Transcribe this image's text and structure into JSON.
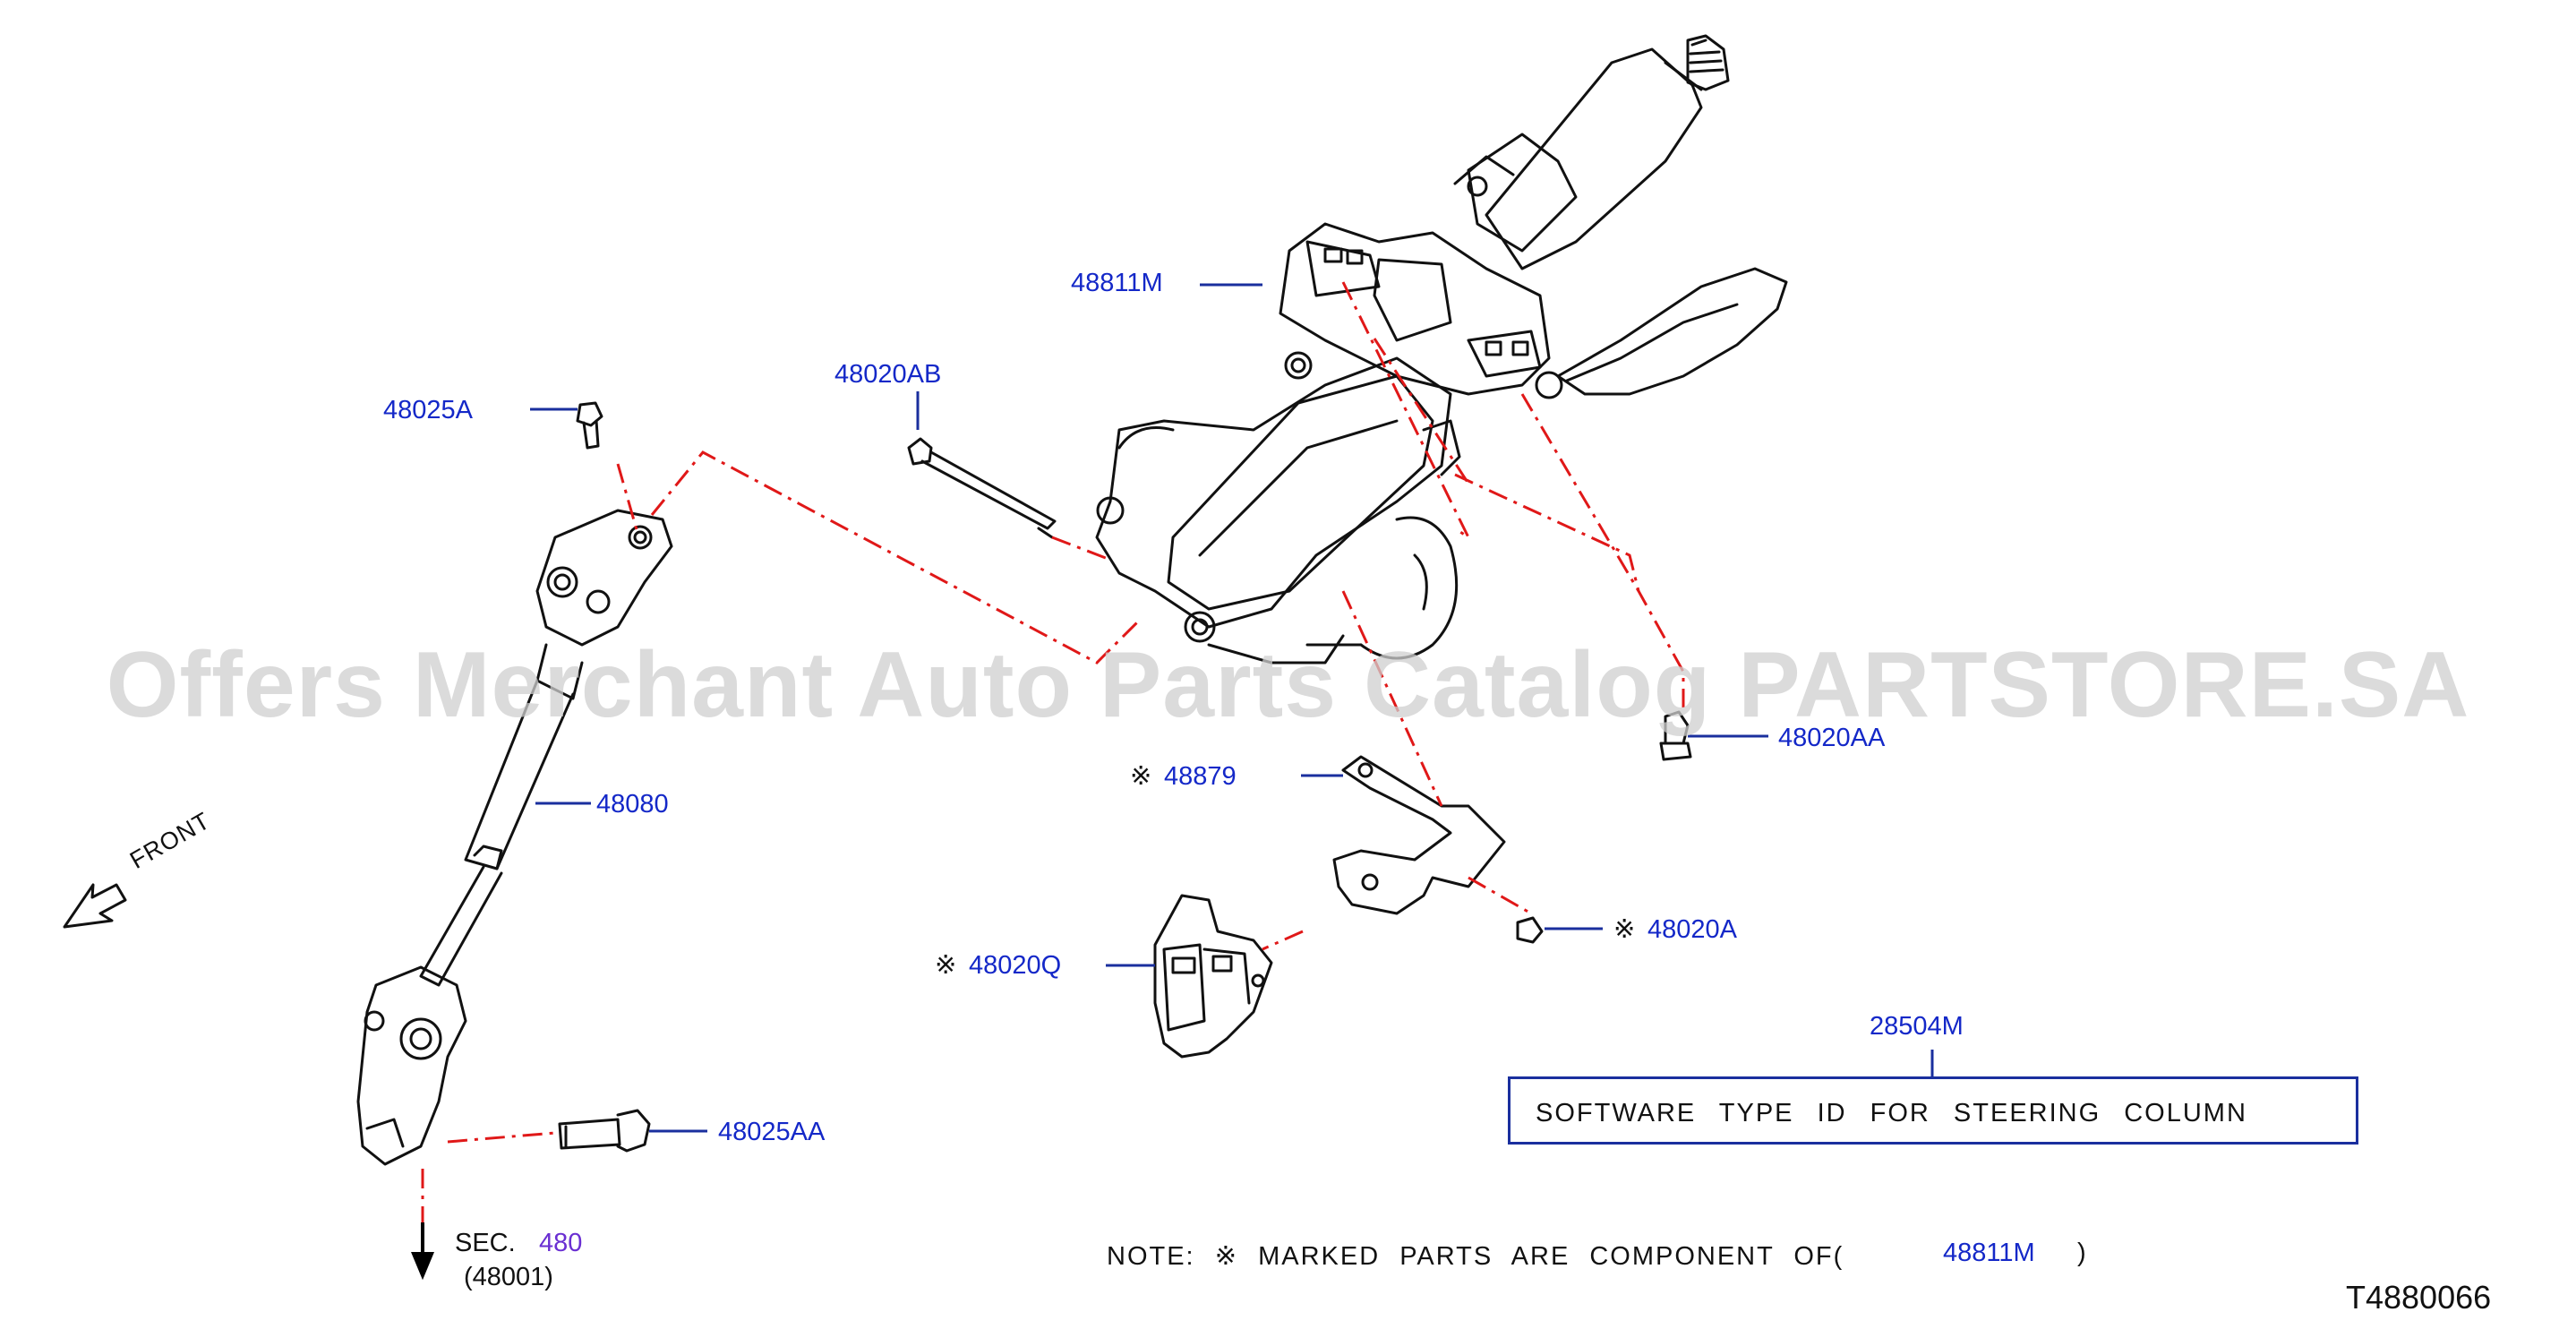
{
  "diagram_code": "T4880066",
  "watermark": "Offers Merchant Auto Parts Catalog PARTSTORE.SA",
  "front_label": "FRONT",
  "mark_symbol": "※",
  "part_labels": {
    "p48811M": "48811M",
    "p48020AB": "48020AB",
    "p48025A": "48025A",
    "p48020AA": "48020AA",
    "p48080": "48080",
    "p48879": "48879",
    "p48020A": "48020A",
    "p48020Q": "48020Q",
    "p28504M": "28504M",
    "p48025AA": "48025AA"
  },
  "section_ref": {
    "prefix": "SEC.",
    "number": "480",
    "sub": "(48001)"
  },
  "software_box_text": "SOFTWARE TYPE ID FOR STEERING COLUMN",
  "note": {
    "prefix": "NOTE:",
    "text": "MARKED PARTS ARE COMPONENT OF(",
    "part": "48811M",
    "suffix": ")"
  },
  "colors": {
    "label_blue": "#1428c8",
    "leader_red": "#e01818",
    "box_border": "#1a2f9e",
    "drawing": "#111111",
    "section_purple": "#6a2fd2"
  }
}
